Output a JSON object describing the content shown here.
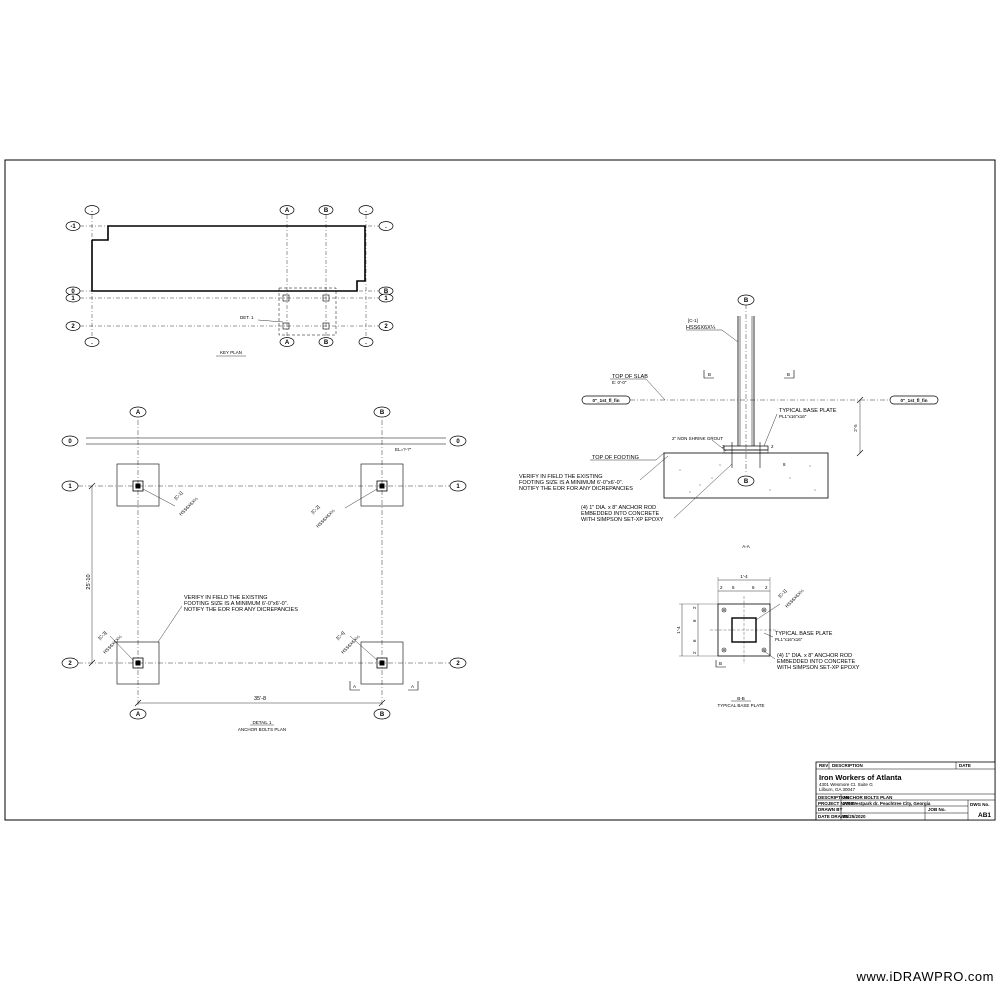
{
  "key_plan": {
    "title": "KEY PLAN",
    "det_label": "DET. 1",
    "grid": {
      "A": "A",
      "B": "B",
      "r1": "1",
      "r2": "2",
      "r0": "0",
      "rm1": "-1",
      "blank": "."
    }
  },
  "detail_1": {
    "title": "DETAIL 1",
    "subtitle": "ANCHOR BOLTS PLAN",
    "dim_vertical": "25'-10",
    "dim_horizontal": "35'-8",
    "slab_tag": "EL=?-?\"",
    "section_tag": "A",
    "note_lines": [
      "VERIFY IN FIELD THE EXISTING",
      "FOOTING SIZE IS A MINIMUM  6'-0\"x6'-0\".",
      "NOTIFY THE EOR FOR ANY DICREPANCIES"
    ],
    "col_tags": [
      {
        "mark": "[C-1]",
        "size": "HSS6X6X¼"
      },
      {
        "mark": "[C-2]",
        "size": "HSS6X6X¼"
      },
      {
        "mark": "[C-3]",
        "size": "HSS6X6X¼"
      },
      {
        "mark": "[C-4]",
        "size": "HSS6X6X¼"
      }
    ]
  },
  "section_aa": {
    "title": "A-A",
    "col_mark": "[C-1]",
    "col_size": "HSS6X6X¼",
    "top_of_slab": "TOP OF SLAB",
    "top_of_slab_el": "E: 0'-0\"",
    "level_tag": "0\"_1st_fl_fin",
    "base_plate_label": "TYPICAL BASE PLATE",
    "base_plate_size": "PL1\"x16\"x16\"",
    "grout_note": "2\" NON SHRINK GROUT",
    "top_of_footing": "TOP OF FOOTING",
    "dim_height": "2'-5",
    "dim_small": "2",
    "dim_mid": "8",
    "grid_b": "B",
    "sec_b": "B",
    "note_lines": [
      "VERIFY IN FIELD THE EXISTING",
      "FOOTING SIZE IS A MINIMUM  6'-0\"x6'-0\".",
      "NOTIFY THE EOR FOR ANY DICREPANCIES"
    ],
    "anchor_lines": [
      "(4) 1\" DIA. x 8\" ANCHOR ROD",
      "EMBEDDED INTO CONCRETE",
      "WITH SIMPSON SET-XP EPOXY"
    ]
  },
  "section_bb": {
    "title": "B-B",
    "subtitle": "TYPICAL BASE PLATE",
    "dim_top": "1'-4",
    "dim_side": "1'-4",
    "dims_h": [
      "2",
      "6",
      "6",
      "2"
    ],
    "dims_v": [
      "2",
      "6",
      "6",
      "2"
    ],
    "col_mark": "[C-1]",
    "col_size": "HSS6X6X¼",
    "base_plate_label": "TYPICAL BASE PLATE",
    "base_plate_size": "PL1\"x16\"x16\"",
    "anchor_lines": [
      "(4) 1\" DIA. x 8\" ANCHOR ROD",
      "EMBEDDED INTO CONCRETE",
      "WITH SIMPSON SET-XP EPOXY"
    ],
    "sec_mark": "B"
  },
  "title_block": {
    "rev_label": "REV",
    "description_label": "DESCRIPTION",
    "date_label": "DATE",
    "company": "Iron Workers of Atlanta",
    "address1": "4301 Wesmore Ct. Suite G",
    "address2": "Lilburn, GA 30047",
    "desc_label": "DESCRIPTION",
    "desc_value": "ANCHOR BOLTS PLAN",
    "project_label": "PROJECT NAME",
    "project_value": "270 Westpark dr. Peachtree City, Georgia",
    "drawn_label": "DRAWN BY",
    "job_label": "JOB No.",
    "dwg_label": "DWG No.",
    "dwg_value": "AB1",
    "date_drawn_label": "DATE DRAWN",
    "date_drawn_value": "01/25/2020"
  },
  "watermark": "www.iDRAWPRO.com"
}
